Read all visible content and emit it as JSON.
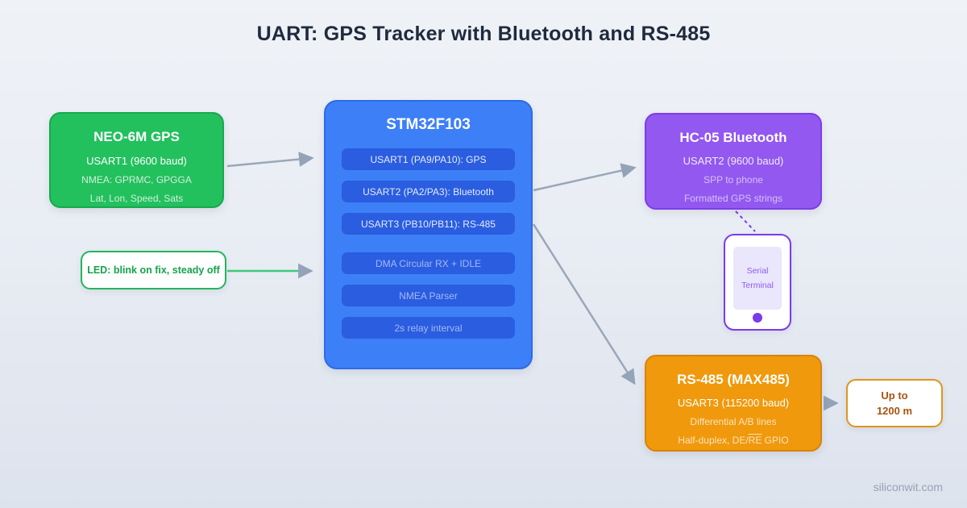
{
  "title": "UART: GPS Tracker with Bluetooth and RS-485",
  "nodes": {
    "gps": {
      "title": "NEO-6M GPS",
      "line1": "USART1 (9600 baud)",
      "line2": "NMEA: GPRMC, GPGGA",
      "line3": "Lat, Lon, Speed, Sats",
      "color": "#23c05e"
    },
    "mcu": {
      "title": "STM32F103",
      "color": "#3d7ff7",
      "pills": [
        "USART1 (PA9/PA10): GPS",
        "USART2 (PA2/PA3): Bluetooth",
        "USART3 (PB10/PB11): RS-485",
        "DMA Circular RX + IDLE",
        "NMEA Parser",
        "2s relay interval"
      ]
    },
    "bluetooth": {
      "title": "HC-05 Bluetooth",
      "line1": "USART2 (9600 baud)",
      "line2": "SPP to phone",
      "line3": "Formatted GPS strings",
      "color": "#9358f0"
    },
    "phone": {
      "screen_line1": "Serial",
      "screen_line2": "Terminal",
      "color": "#7c3aed"
    },
    "rs485": {
      "title": "RS-485 (MAX485)",
      "line1": "USART3 (115200 baud)",
      "line2": "Differential A/B lines",
      "line3_prefix": "Half-duplex, DE/",
      "line3_overline": "RE",
      "line3_suffix": " GPIO",
      "color": "#f0990c"
    },
    "led_note": {
      "label": "LED: blink on fix, steady off",
      "color": "#16a34a"
    },
    "range_note": {
      "line1": "Up to",
      "line2": "1200 m",
      "color": "#a8530f"
    }
  },
  "connector_colors": {
    "gray": "#9aa7b8",
    "arrowhead": "#94a3b8",
    "green": "#41c97d",
    "orange": "#e8930f",
    "purple_dashed": "#7c3aed"
  },
  "watermark": "siliconwit.com"
}
